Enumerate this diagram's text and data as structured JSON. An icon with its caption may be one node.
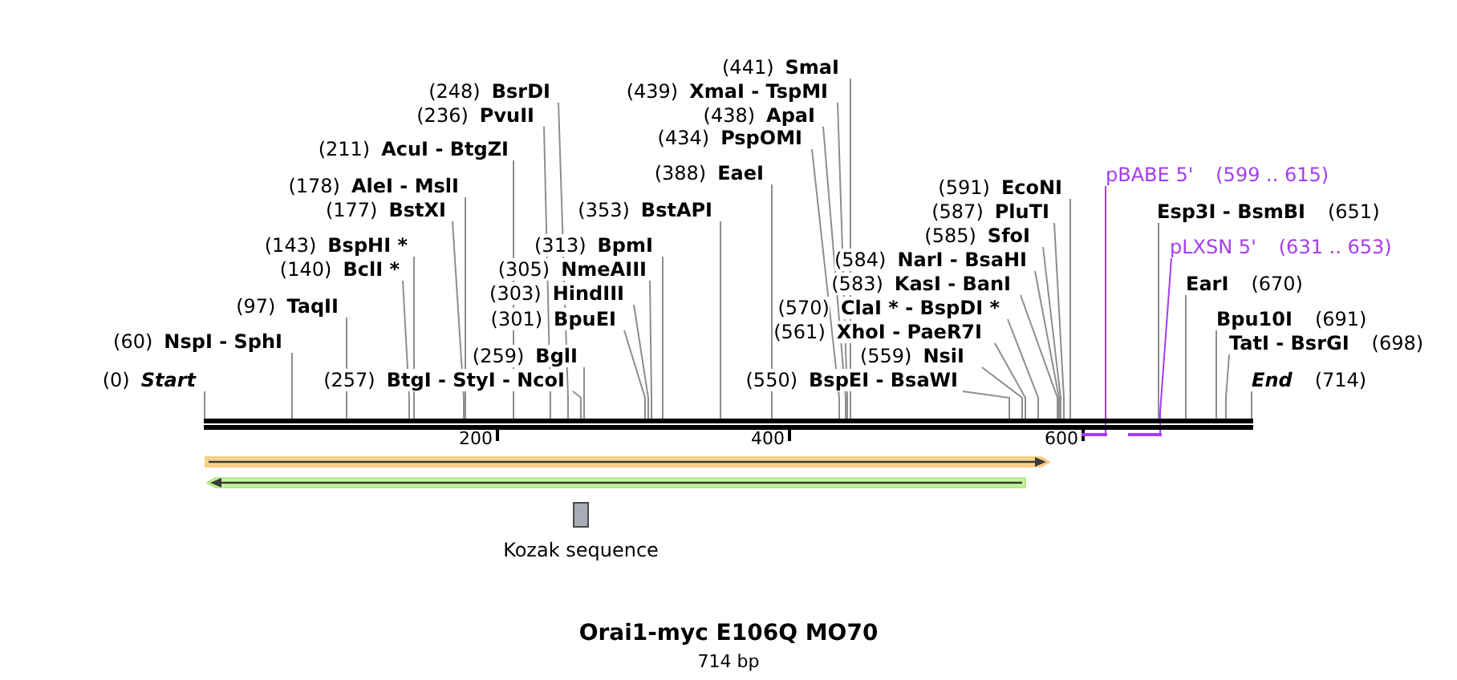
{
  "diagram": {
    "title": "Orai1-myc E106Q MO70",
    "caption": "714 bp",
    "nodes": [
      {
        "text": [
          "(0)",
          "Start"
        ]
      },
      {
        "text": [
          "(60)",
          "NspI - SphI"
        ]
      },
      {
        "text": [
          "(97)",
          "TaqII"
        ]
      },
      {
        "text": [
          "(140)",
          "BclI *"
        ]
      },
      {
        "text": [
          "(143)",
          "BspHI *"
        ]
      },
      {
        "text": [
          "(177)",
          "BstXI"
        ]
      },
      {
        "text": [
          "(178)",
          "AleI - MslI"
        ]
      },
      {
        "text": [
          "(211)",
          "AcuI - BtgZI"
        ]
      },
      {
        "text": [
          "(236)",
          "PvuII"
        ]
      },
      {
        "text": [
          "(248)",
          "BsrDI"
        ]
      },
      {
        "text": [
          "(257)",
          "BtgI - StyI - NcoI"
        ]
      },
      {
        "text": [
          "(259)",
          "BglI"
        ]
      },
      {
        "text": [
          "(301)",
          "BpuEI"
        ]
      },
      {
        "text": [
          "(303)",
          "HindIII"
        ]
      },
      {
        "text": [
          "(305)",
          "NmeAIII"
        ]
      },
      {
        "text": [
          "(313)",
          "BpmI"
        ]
      },
      {
        "text": [
          "(353)",
          "BstAPI"
        ]
      },
      {
        "text": [
          "(388)",
          "EaeI"
        ]
      },
      {
        "text": [
          "(434)",
          "PspOMI"
        ]
      },
      {
        "text": [
          "(438)",
          "ApaI"
        ]
      },
      {
        "text": [
          "(439)",
          "XmaI - TspMI"
        ]
      },
      {
        "text": [
          "(441)",
          "SmaI"
        ]
      },
      {
        "text": [
          "(550)",
          "BspEI - BsaWI"
        ]
      },
      {
        "text": [
          "(559)",
          "NsiI"
        ]
      },
      {
        "text": [
          "(561)",
          "XhoI - PaeR7I"
        ]
      },
      {
        "text": [
          "(570)",
          "ClaI * - BspDI *"
        ]
      },
      {
        "text": [
          "(583)",
          "KasI - BanI"
        ]
      },
      {
        "text": [
          "(584)",
          "NarI - BsaHI"
        ]
      },
      {
        "text": [
          "(585)",
          "SfoI"
        ]
      },
      {
        "text": [
          "(587)",
          "PluTI"
        ]
      },
      {
        "text": [
          "(591)",
          "EcoNI"
        ]
      },
      {
        "text": [
          "pBABE 5'",
          "(599 .. 615)"
        ]
      },
      {
        "text": [
          "Esp3I - BsmBI",
          "(651)"
        ]
      },
      {
        "text": [
          "pLXSN 5'",
          "(631 .. 653)"
        ]
      },
      {
        "text": [
          "EarI",
          "(670)"
        ]
      },
      {
        "text": [
          "Bpu10I",
          "(691)"
        ]
      },
      {
        "text": [
          "TatI - BsrGI",
          "(698)"
        ]
      },
      {
        "text": [
          "End",
          "(714)"
        ]
      },
      {
        "text": [],
        "shape": "bar"
      },
      {
        "text": [],
        "shape": "bar"
      },
      {
        "text": [],
        "shape": "bar"
      },
      {
        "text": [
          "Kozak sequence"
        ]
      }
    ],
    "edges": [
      {
        "from": 0,
        "to": 38,
        "arrow": "none"
      },
      {
        "from": 1,
        "to": 38,
        "arrow": "none"
      },
      {
        "from": 2,
        "to": 38,
        "arrow": "none"
      },
      {
        "from": 3,
        "to": 38,
        "arrow": "none"
      },
      {
        "from": 4,
        "to": 38,
        "arrow": "none"
      },
      {
        "from": 5,
        "to": 38,
        "arrow": "none"
      },
      {
        "from": 6,
        "to": 38,
        "arrow": "none"
      },
      {
        "from": 7,
        "to": 38,
        "arrow": "none"
      },
      {
        "from": 8,
        "to": 38,
        "arrow": "none"
      },
      {
        "from": 9,
        "to": 38,
        "arrow": "none"
      },
      {
        "from": 10,
        "to": 38,
        "arrow": "none"
      },
      {
        "from": 11,
        "to": 38,
        "arrow": "none"
      },
      {
        "from": 12,
        "to": 38,
        "arrow": "none"
      },
      {
        "from": 13,
        "to": 38,
        "arrow": "none"
      },
      {
        "from": 14,
        "to": 38,
        "arrow": "none"
      },
      {
        "from": 15,
        "to": 38,
        "arrow": "none"
      },
      {
        "from": 16,
        "to": 38,
        "arrow": "none"
      },
      {
        "from": 17,
        "to": 38,
        "arrow": "none"
      },
      {
        "from": 18,
        "to": 38,
        "arrow": "none"
      },
      {
        "from": 19,
        "to": 38,
        "arrow": "none"
      },
      {
        "from": 20,
        "to": 38,
        "arrow": "none"
      },
      {
        "from": 21,
        "to": 38,
        "arrow": "none"
      },
      {
        "from": 22,
        "to": 38,
        "arrow": "none"
      },
      {
        "from": 23,
        "to": 38,
        "arrow": "none"
      },
      {
        "from": 24,
        "to": 38,
        "arrow": "none"
      },
      {
        "from": 25,
        "to": 38,
        "arrow": "none"
      },
      {
        "from": 26,
        "to": 38,
        "arrow": "none"
      },
      {
        "from": 27,
        "to": 38,
        "arrow": "none"
      },
      {
        "from": 28,
        "to": 38,
        "arrow": "none"
      },
      {
        "from": 29,
        "to": 38,
        "arrow": "none"
      },
      {
        "from": 30,
        "to": 38,
        "arrow": "none"
      },
      {
        "from": 31,
        "to": 39,
        "arrow": "none",
        "color": "#a43cf0"
      },
      {
        "from": 32,
        "to": 38,
        "arrow": "none"
      },
      {
        "from": 33,
        "to": 40,
        "arrow": "none",
        "color": "#a43cf0"
      },
      {
        "from": 34,
        "to": 38,
        "arrow": "none"
      },
      {
        "from": 35,
        "to": 38,
        "arrow": "none"
      },
      {
        "from": 36,
        "to": 38,
        "arrow": "none"
      },
      {
        "from": 37,
        "to": 38,
        "arrow": "none"
      }
    ],
    "labels": [
      "200",
      "400",
      "600"
    ]
  }
}
